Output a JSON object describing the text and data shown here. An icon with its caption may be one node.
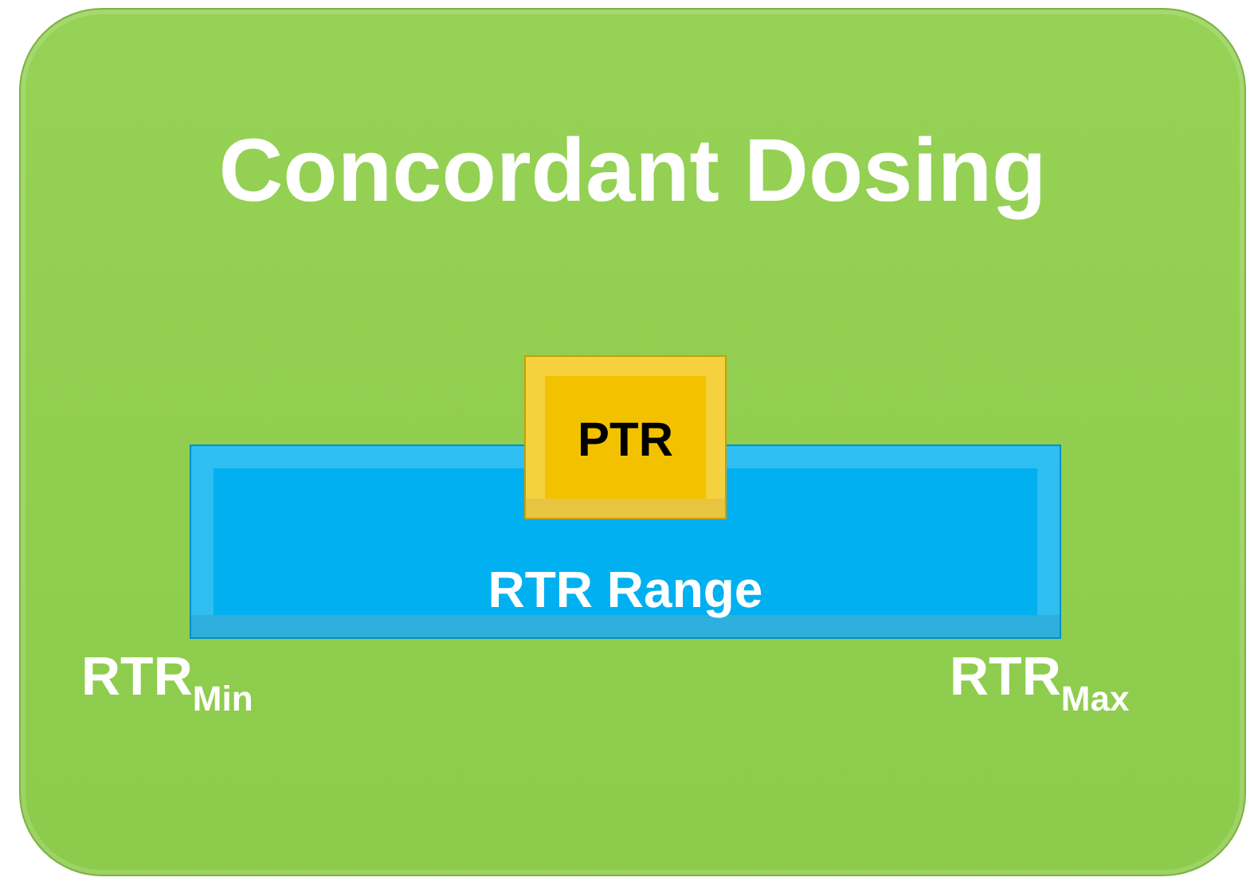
{
  "diagram": {
    "nodes": [
      {
        "text": [
          "Concordant Dosing"
        ]
      },
      {
        "text": [
          "RTR Range"
        ],
        "in": 0
      },
      {
        "text": [
          "PTR"
        ],
        "in": 0
      }
    ],
    "labels": [
      "RTR$_{Min}$",
      "RTR$_{Max}$"
    ]
  }
}
